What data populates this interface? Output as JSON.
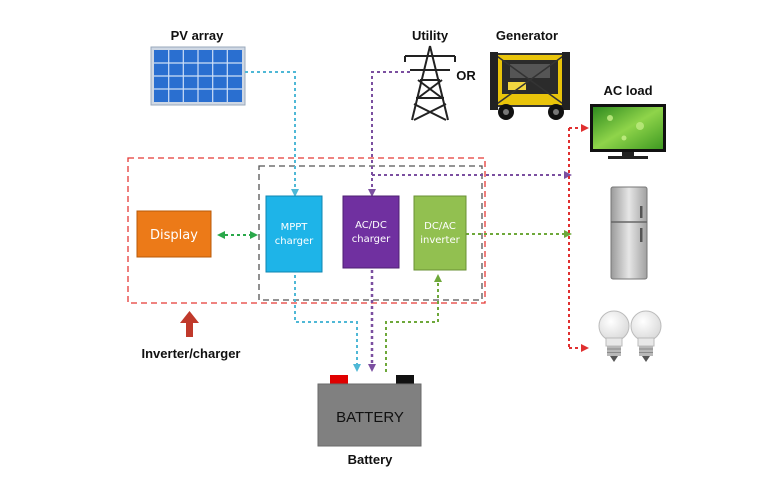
{
  "labels": {
    "pv_array": "PV array",
    "utility": "Utility",
    "or": "OR",
    "generator": "Generator",
    "ac_load": "AC load",
    "inverter_charger": "Inverter/charger",
    "battery_caption": "Battery"
  },
  "blocks": {
    "display": "Display",
    "mppt_line1": "MPPT",
    "mppt_line2": "charger",
    "acdc_line1": "AC/DC",
    "acdc_line2": "charger",
    "dcac_line1": "DC/AC",
    "dcac_line2": "inverter",
    "battery": "BATTERY"
  },
  "colors": {
    "pv_flow": "#4fb8d6",
    "utility_flow": "#7b4fa0",
    "inverter_flow": "#6ea83a",
    "load_flow": "#e03030",
    "display_link": "#2aa84a",
    "display_box": "#ec7a18",
    "mppt_box": "#1eb4e8",
    "acdc_box": "#7030a0",
    "dcac_box": "#92c050",
    "battery_body": "#808080",
    "battery_pos": "#e00000",
    "battery_neg": "#111111",
    "inverter_outline": "#e53935",
    "charger_outline": "#555555",
    "up_arrow": "#c0392b"
  },
  "icons": [
    "solar-panel-icon",
    "power-tower-icon",
    "generator-icon",
    "tv-icon",
    "refrigerator-icon",
    "light-bulb-icon"
  ]
}
